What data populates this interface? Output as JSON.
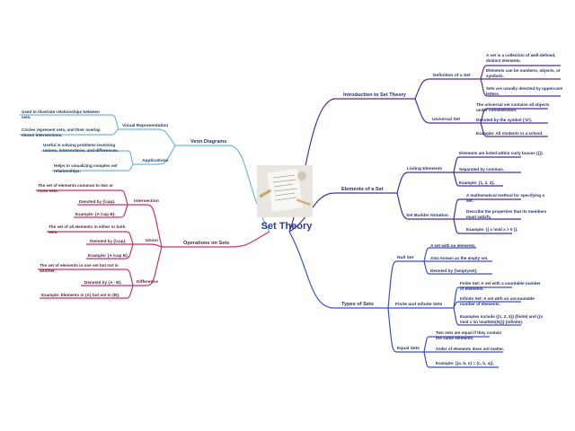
{
  "root": {
    "title": "Set Theory"
  },
  "intro": {
    "title": "Introduction to Set Theory",
    "definition": {
      "title": "Definition of a Set",
      "items": [
        "A set is a collection of well-defined, distinct elements.",
        "Elements can be numbers, objects, or symbols.",
        "Sets are usually denoted by uppercase letters."
      ]
    },
    "universal": {
      "title": "Universal Set",
      "items": [
        "The universal set contains all objects under consideration.",
        "Denoted by the symbol {'U'}.",
        "Example: All students in a school."
      ]
    }
  },
  "elements": {
    "title": "Elements of a Set",
    "listing": {
      "title": "Listing Elements",
      "items": [
        "Elements are listed within curly braces ({}).",
        "Separated by commas.",
        "Example: {1, 2, 3}."
      ]
    },
    "builder": {
      "title": "Set Builder Notation",
      "items": [
        "A mathematical method for specifying a set.",
        "Describe the properties that its members must satisfy.",
        "Example: {{ x \\mid x > 0 }}."
      ]
    }
  },
  "types": {
    "title": "Types of Sets",
    "null": {
      "title": "Null Set",
      "items": [
        "A set with no elements.",
        "Also known as the empty set.",
        "Denoted by {\\emptyset}."
      ]
    },
    "finite": {
      "title": "Finite and Infinite Sets",
      "items": [
        "Finite Set: A set with a countable number of elements.",
        "Infinite Set: A set with an uncountable number of elements.",
        "Examples include {{1, 2, 3}} (finite) and {{x \\mid x \\in \\mathbb{N}}} (infinite)."
      ]
    },
    "equal": {
      "title": "Equal Sets",
      "items": [
        "Two sets are equal if they contain the same elements.",
        "Order of elements does not matter.",
        "Example: {{a, b, c} = {c, b, a}}."
      ]
    }
  },
  "venn": {
    "title": "Venn Diagrams",
    "visual": {
      "title": "Visual Representation",
      "items": [
        "Used to illustrate relationships between sets.",
        "Circles represent sets, and their overlap shows intersections."
      ]
    },
    "applications": {
      "title": "Applications",
      "items": [
        "Useful in solving problems involving unions, intersections, and differences.",
        "Helps in visualizing complex set relationships."
      ]
    }
  },
  "operations": {
    "title": "Operations on Sets",
    "intersection": {
      "title": "Intersection",
      "items": [
        "The set of elements common to two or more sets.",
        "Denoted by {\\cap}.",
        "Example: {A \\cap B}."
      ]
    },
    "union": {
      "title": "Union",
      "items": [
        "The set of all elements in either or both sets.",
        "Denoted by {\\cup}.",
        "Example: {A \\cup B}."
      ]
    },
    "difference": {
      "title": "Difference",
      "items": [
        "The set of elements in one set but not in another.",
        "Denoted by {A - B}.",
        "Example: Elements in {A} but not in {B}."
      ]
    }
  },
  "colors": {
    "intro": "#5b2a9e",
    "elements": "#4a2aa8",
    "types": "#3a4fc9",
    "venn": "#6bb7e3",
    "operations": "#c8326f"
  }
}
